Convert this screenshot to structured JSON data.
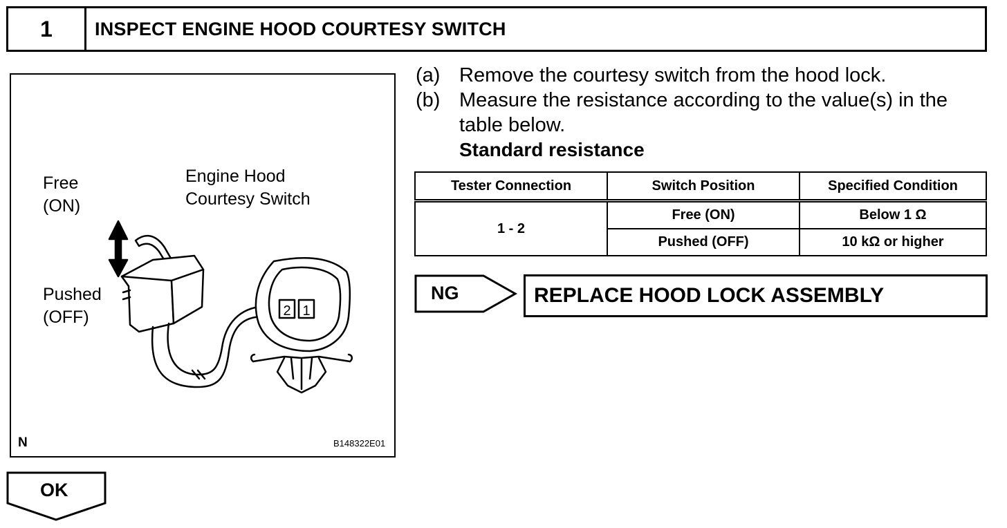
{
  "step": {
    "number": "1",
    "title": "INSPECT ENGINE HOOD COURTESY SWITCH"
  },
  "figure": {
    "label_free_line1": "Free",
    "label_free_line2": "(ON)",
    "label_pushed_line1": "Pushed",
    "label_pushed_line2": "(OFF)",
    "label_switch_line1": "Engine Hood",
    "label_switch_line2": "Courtesy Switch",
    "terminal_2": "2",
    "terminal_1": "1",
    "corner_mark": "N",
    "figure_code": "B148322E01"
  },
  "instructions": [
    {
      "label": "(a)",
      "lines": [
        "Remove the courtesy switch from the hood lock."
      ]
    },
    {
      "label": "(b)",
      "lines": [
        "Measure the resistance according to the value(s) in the",
        "table below."
      ]
    }
  ],
  "standard_title": "Standard resistance",
  "table": {
    "headers": [
      "Tester Connection",
      "Switch Position",
      "Specified Condition"
    ],
    "connection": "1 - 2",
    "rows": [
      {
        "position": "Free (ON)",
        "condition": "Below 1 Ω"
      },
      {
        "position": "Pushed (OFF)",
        "condition": "10 kΩ or higher"
      }
    ]
  },
  "ng": {
    "label": "NG",
    "action": "REPLACE HOOD LOCK ASSEMBLY"
  },
  "ok": {
    "label": "OK"
  }
}
